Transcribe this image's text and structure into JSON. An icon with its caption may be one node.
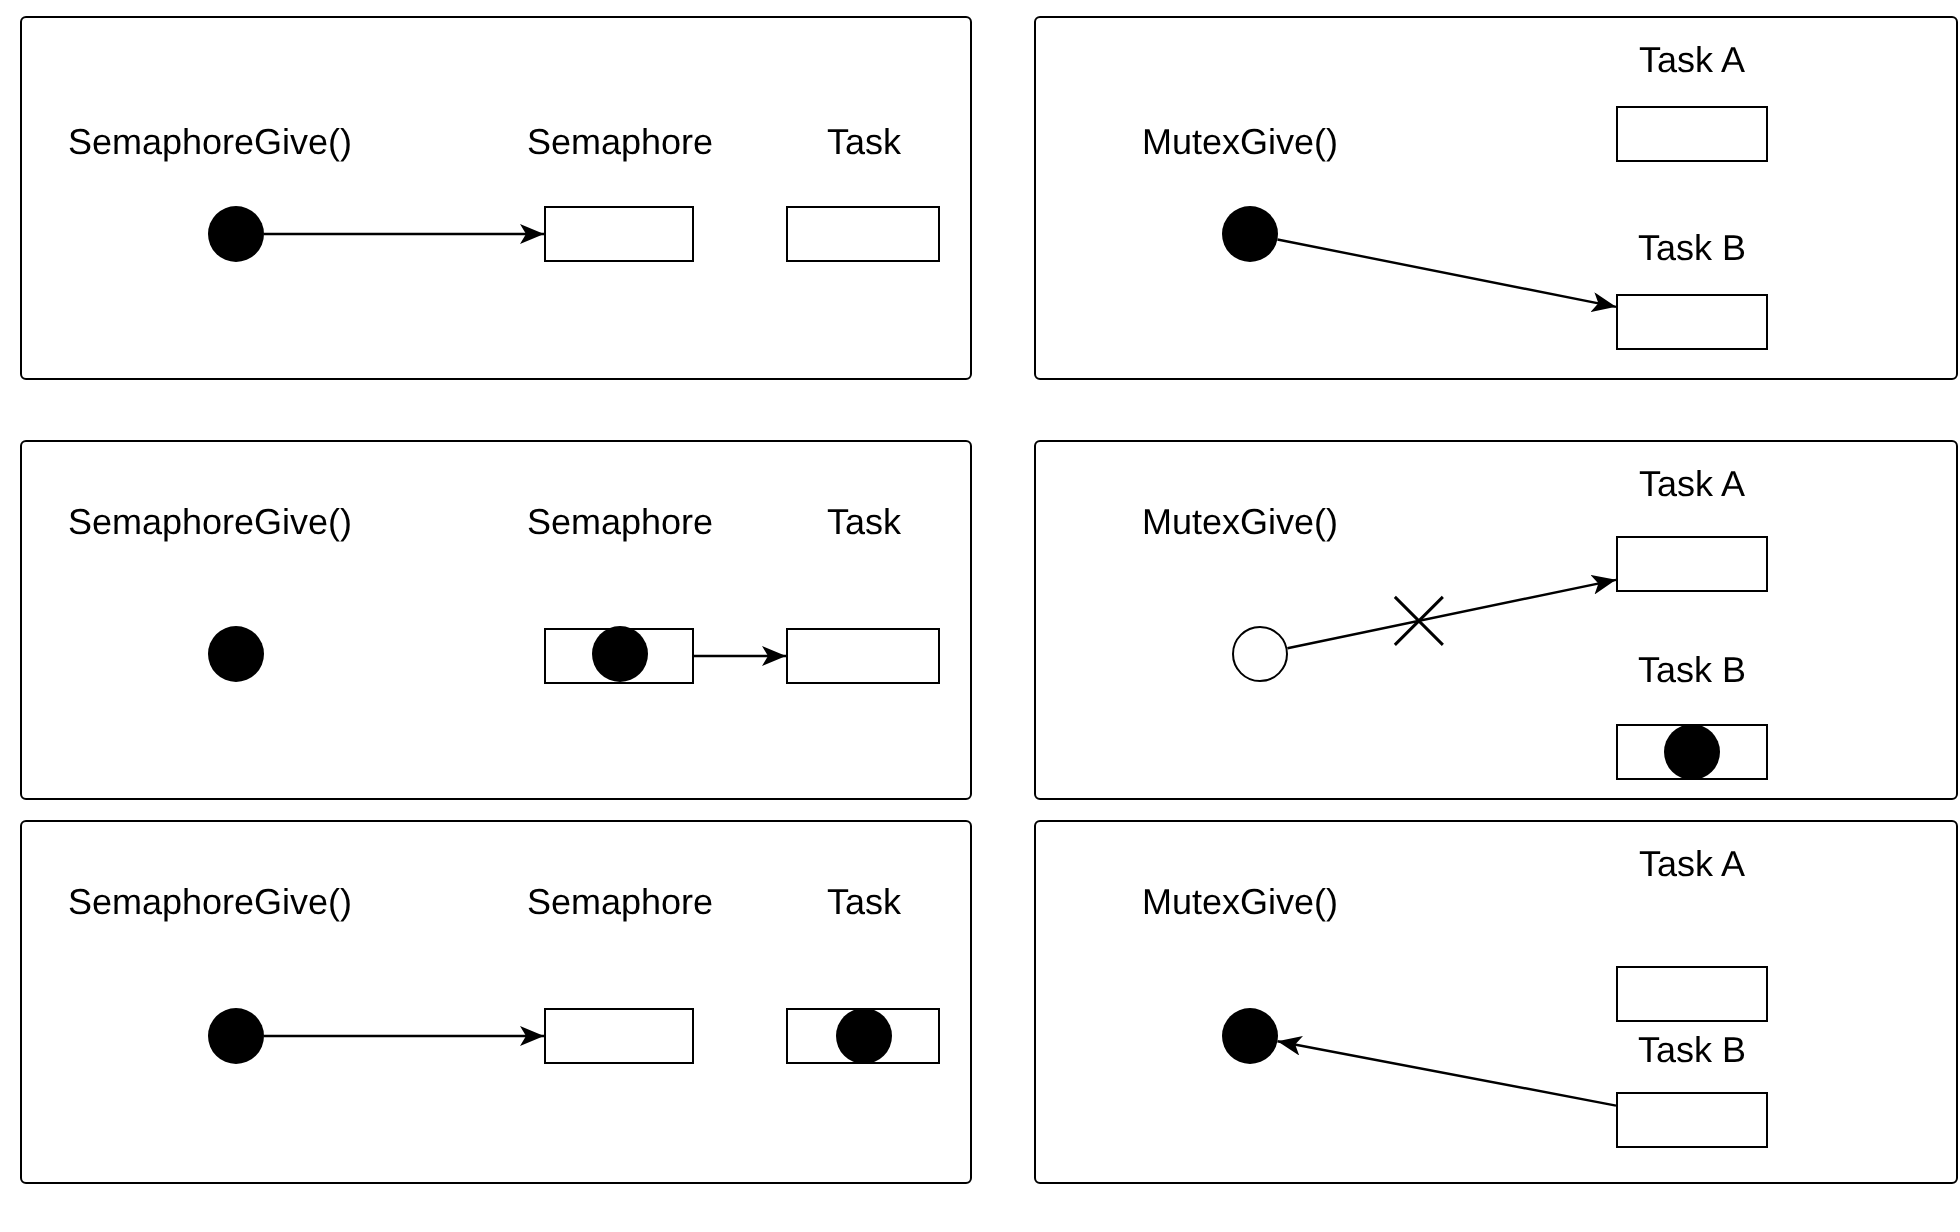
{
  "diagram": {
    "nodes": [
      {
        "text": [],
        "shape": "panel"
      },
      {
        "text": [],
        "shape": "dot",
        "in": 0,
        "beside": [
          "SemaphoreGive()"
        ]
      },
      {
        "text": [],
        "shape": "box",
        "in": 0,
        "beside": [
          "Semaphore"
        ]
      },
      {
        "text": [],
        "shape": "box",
        "in": 0,
        "beside": [
          "Task"
        ]
      },
      {
        "text": [],
        "shape": "panel"
      },
      {
        "text": [],
        "shape": "dot",
        "in": 4,
        "beside": [
          "MutexGive()"
        ]
      },
      {
        "text": [],
        "shape": "box",
        "in": 4,
        "beside": [
          "Task A"
        ]
      },
      {
        "text": [],
        "shape": "box",
        "in": 4,
        "beside": [
          "Task B"
        ]
      },
      {
        "text": [],
        "shape": "panel"
      },
      {
        "text": [],
        "shape": "dot",
        "in": 8,
        "beside": [
          "SemaphoreGive()"
        ]
      },
      {
        "text": [],
        "shape": "box",
        "in": 8,
        "beside": [
          "Semaphore"
        ]
      },
      {
        "text": [],
        "shape": "dot",
        "in": 10
      },
      {
        "text": [],
        "shape": "box",
        "in": 8,
        "beside": [
          "Task"
        ]
      },
      {
        "text": [],
        "shape": "panel"
      },
      {
        "text": [],
        "shape": "circle",
        "in": 13,
        "beside": [
          "MutexGive()"
        ]
      },
      {
        "text": [],
        "shape": "box",
        "in": 13,
        "beside": [
          "Task A"
        ]
      },
      {
        "text": [],
        "shape": "box",
        "in": 13,
        "beside": [
          "Task B"
        ]
      },
      {
        "text": [],
        "shape": "dot",
        "in": 16
      },
      {
        "text": [],
        "shape": "panel"
      },
      {
        "text": [],
        "shape": "dot",
        "in": 18,
        "beside": [
          "SemaphoreGive()"
        ]
      },
      {
        "text": [],
        "shape": "box",
        "in": 18,
        "beside": [
          "Semaphore"
        ]
      },
      {
        "text": [],
        "shape": "box",
        "in": 18,
        "beside": [
          "Task"
        ]
      },
      {
        "text": [],
        "shape": "dot",
        "in": 21
      },
      {
        "text": [],
        "shape": "panel"
      },
      {
        "text": [],
        "shape": "dot",
        "in": 23,
        "beside": [
          "MutexGive()"
        ]
      },
      {
        "text": [],
        "shape": "box",
        "in": 23,
        "beside": [
          "Task A"
        ]
      },
      {
        "text": [],
        "shape": "box",
        "in": 23,
        "beside": [
          "Task B"
        ]
      }
    ],
    "edges": [
      {
        "from": 1,
        "to": 2,
        "arrow": "to"
      },
      {
        "from": 5,
        "to": 7,
        "arrow": "to"
      },
      {
        "from": 10,
        "to": 12,
        "arrow": "to"
      },
      {
        "from": 14,
        "to": 15,
        "arrow": "to"
      },
      {
        "from": 19,
        "to": 20,
        "arrow": "to"
      },
      {
        "from": 26,
        "to": 24,
        "arrow": "to"
      }
    ]
  }
}
